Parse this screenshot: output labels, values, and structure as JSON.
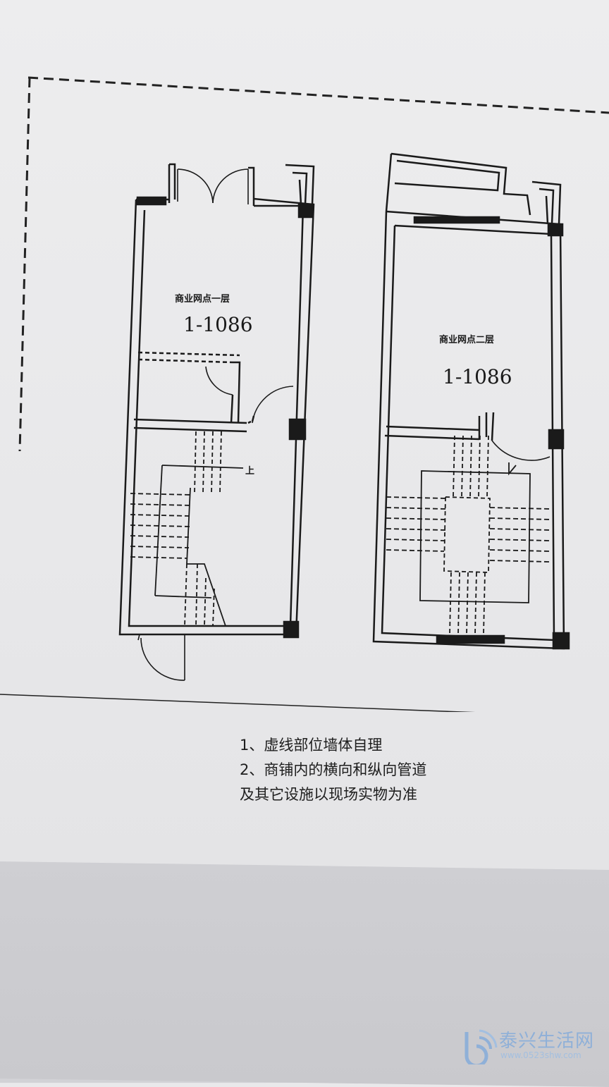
{
  "floor1": {
    "name": "商业网点一层",
    "number": "1-1086",
    "stair_label": "上"
  },
  "floor2": {
    "name": "商业网点二层",
    "number": "1-1086"
  },
  "notes": [
    "1、虚线部位墙体自理",
    "2、商铺内的横向和纵向管道",
    "及其它设施以现场实物为准"
  ],
  "watermark": {
    "text": "泰兴生活网",
    "url": "www.0523shw.com",
    "icon": "wifi-b-logo-icon"
  },
  "colors": {
    "ink": "#1a1a1a",
    "paper": "#ececed",
    "watermark": "#8fb0d8"
  }
}
